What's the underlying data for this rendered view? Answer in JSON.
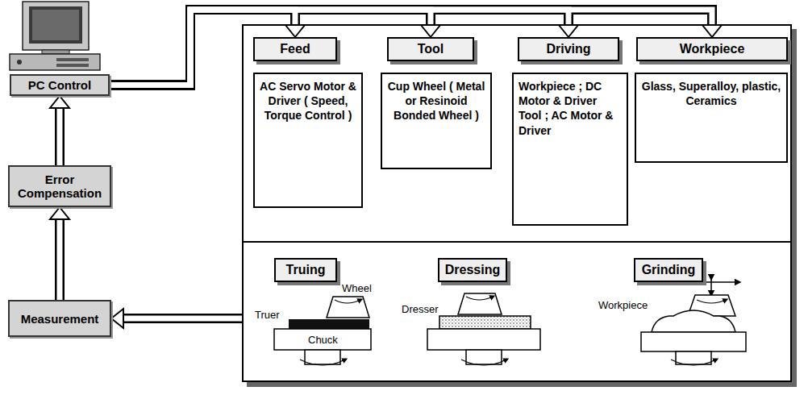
{
  "diagram": {
    "nodes": [
      {
        "text": [
          "PC Control"
        ]
      },
      {
        "text": [
          "Error Compensation"
        ]
      },
      {
        "text": [
          "Measurement"
        ]
      },
      {
        "text": []
      },
      {
        "text": [
          "Feed"
        ],
        "in": 3
      },
      {
        "text": [
          "Tool"
        ],
        "in": 3
      },
      {
        "text": [
          "Driving"
        ],
        "in": 3
      },
      {
        "text": [
          "Workpiece"
        ],
        "in": 3
      },
      {
        "text": [
          "AC Servo Motor & Driver ( Speed, Torque Control )"
        ],
        "in": 3
      },
      {
        "text": [
          "Cup Wheel ( Metal or Resinoid Bonded Wheel )"
        ],
        "in": 3
      },
      {
        "text": [
          "Workpiece ; DC Motor & Driver Tool ; AC Motor & Driver"
        ],
        "in": 3
      },
      {
        "text": [
          "Glass, Superalloy, plastic, Ceramics"
        ],
        "in": 3
      },
      {
        "text": [
          "Truing"
        ],
        "in": 3
      },
      {
        "text": [
          "Dressing"
        ],
        "in": 3
      },
      {
        "text": [
          "Grinding"
        ],
        "in": 3
      }
    ],
    "edges": [
      {
        "from": 2,
        "to": 1,
        "arrow": "to"
      },
      {
        "from": 1,
        "to": 0,
        "arrow": "to"
      },
      {
        "from": 0,
        "to": 4,
        "arrow": "to"
      },
      {
        "from": 0,
        "to": 5,
        "arrow": "to"
      },
      {
        "from": 0,
        "to": 6,
        "arrow": "to"
      },
      {
        "from": 0,
        "to": 7,
        "arrow": "to"
      },
      {
        "from": 3,
        "to": 2,
        "arrow": "to"
      }
    ],
    "labels": [
      "Wheel",
      "Truer",
      "Chuck",
      "Dresser",
      "Workpiece"
    ]
  }
}
